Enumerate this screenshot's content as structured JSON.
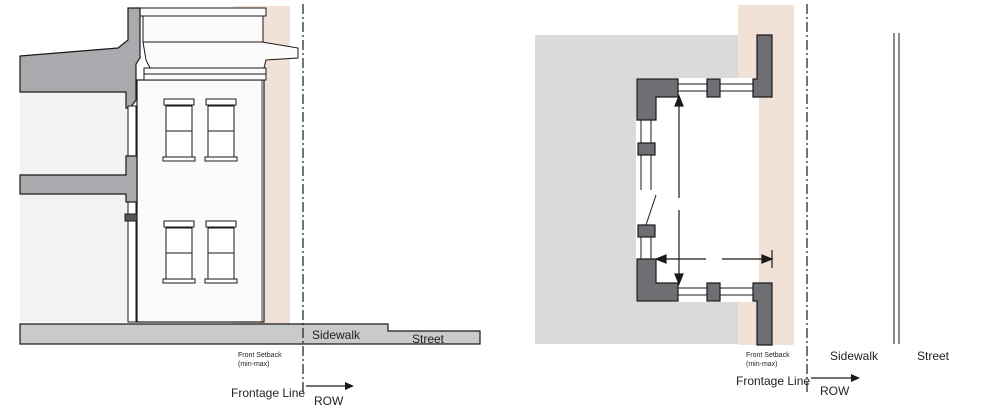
{
  "section_view": {
    "sidewalk_label": "Sidewalk",
    "street_label": "Street",
    "setback_label_line1": "Front Setback",
    "setback_label_line2": "(min-max)",
    "frontage_line_label": "Frontage Line",
    "row_label": "ROW"
  },
  "plan_view": {
    "sidewalk_label": "Sidewalk",
    "street_label": "Street",
    "setback_label_line1": "Front Setback",
    "setback_label_line2": "(min-max)",
    "frontage_line_label": "Frontage Line",
    "row_label": "ROW"
  },
  "colors": {
    "setback_zone": "#f1e1d6",
    "building_fill": "#d9dadb",
    "wall_fill": "#6e6f72",
    "sidewalk_fill": "#c9cacc",
    "stroke": "#1a1a1a"
  }
}
